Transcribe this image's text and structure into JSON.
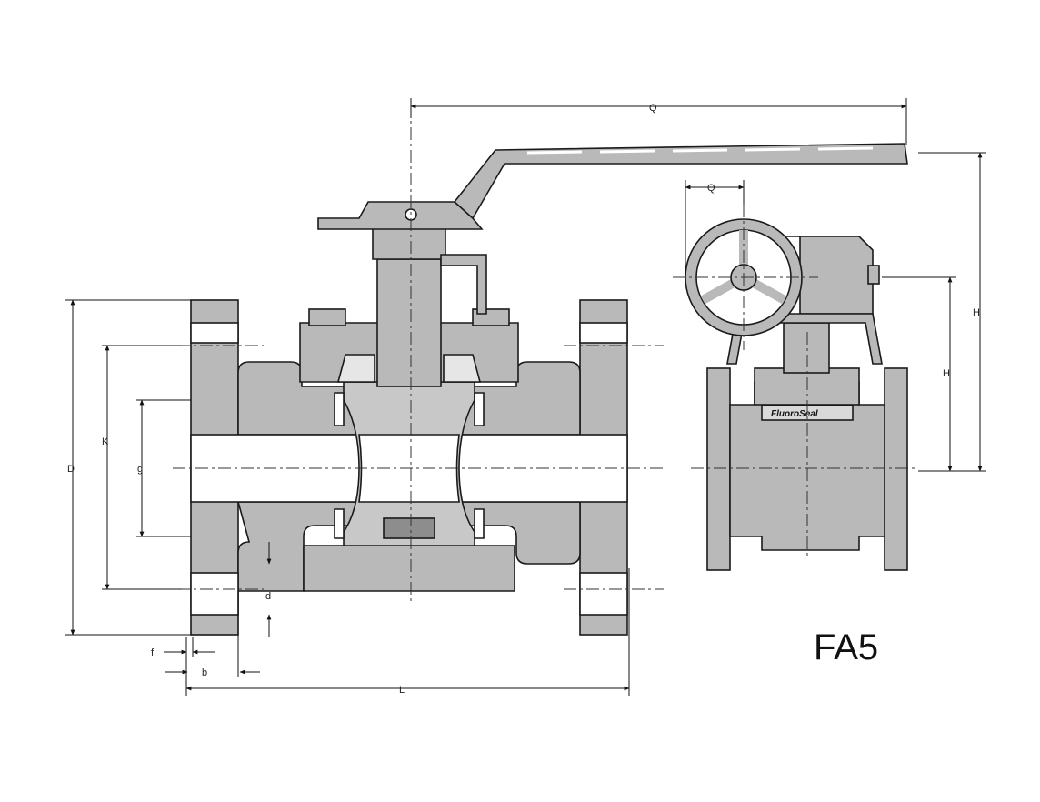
{
  "model": "FA5",
  "brand": "FluoroSeal",
  "dimensions": {
    "Q_top": "Q",
    "Q_side": "Q",
    "H_outer": "H",
    "H_inner": "H",
    "D": "D",
    "K": "K",
    "g": "g",
    "d": "d",
    "f": "f",
    "b": "b",
    "L": "L"
  },
  "colors": {
    "body": "#b9b9b9",
    "outline": "#1a1a1a",
    "background": "#ffffff"
  }
}
